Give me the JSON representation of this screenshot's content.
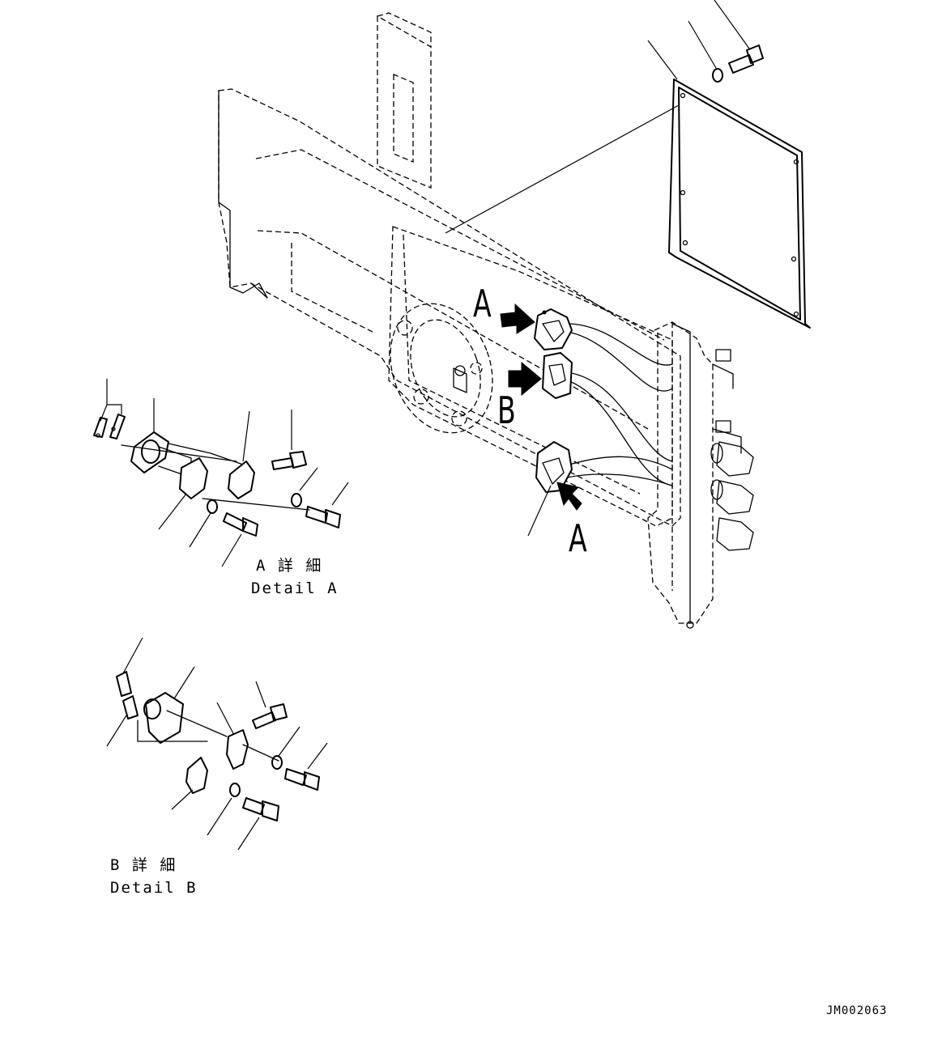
{
  "callouts": {
    "a_top": "A",
    "b_mid": "B",
    "a_bottom": "A"
  },
  "detail_a": {
    "jp": "A 詳 細",
    "en": "Detail A"
  },
  "detail_b": {
    "jp": "B 詳 細",
    "en": "Detail B"
  },
  "drawing_code": "JM002063",
  "colors": {
    "line": "#000000",
    "background": "#ffffff"
  }
}
